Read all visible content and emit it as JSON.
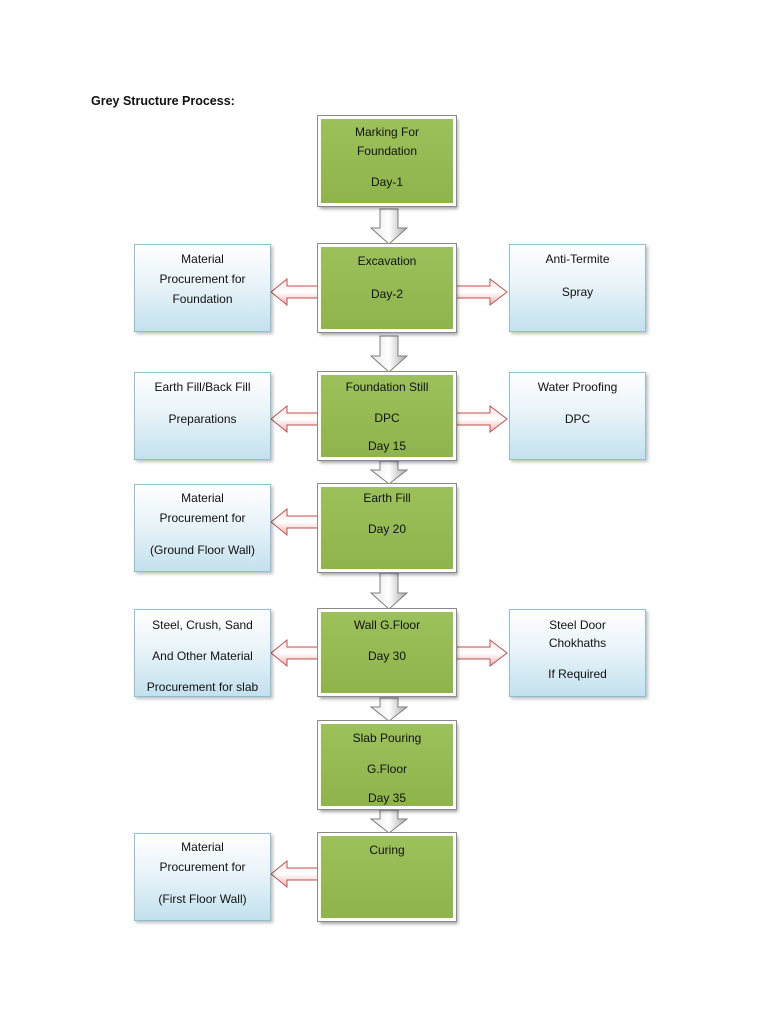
{
  "title": "Grey Structure Process:",
  "steps": {
    "marking": [
      "Marking For",
      "Foundation",
      "Day-1"
    ],
    "excavation": [
      "Excavation",
      "Day-2"
    ],
    "foundation": [
      "Foundation Still",
      "DPC",
      "Day 15"
    ],
    "earth_fill": [
      "Earth Fill",
      "Day 20"
    ],
    "wall": [
      "Wall G.Floor",
      "Day 30"
    ],
    "slab": [
      "Slab Pouring",
      "G.Floor",
      "Day 35"
    ],
    "curing": [
      "Curing"
    ]
  },
  "side_notes": {
    "material_foundation": [
      "Material",
      "Procurement for",
      "Foundation"
    ],
    "anti_termite": [
      "Anti-Termite",
      "Spray"
    ],
    "earth_fill_prep": [
      "Earth Fill/Back Fill",
      "Preparations"
    ],
    "water_proofing": [
      "Water Proofing",
      "DPC"
    ],
    "material_ground_wall": [
      "Material",
      "Procurement for",
      "(Ground Floor Wall)"
    ],
    "steel_crush": [
      "Steel, Crush, Sand",
      "And Other Material",
      "Procurement for slab"
    ],
    "steel_door": [
      "Steel Door",
      "Chokhaths",
      "If Required"
    ],
    "material_first_wall": [
      "Material",
      "Procurement for",
      "(First Floor Wall)"
    ]
  },
  "colors": {
    "step_fill": "#9bbb59",
    "note_fill": "#c3e1ee",
    "down_arrow": "#bfbfbf",
    "side_arrow": "#f4c4c4"
  }
}
